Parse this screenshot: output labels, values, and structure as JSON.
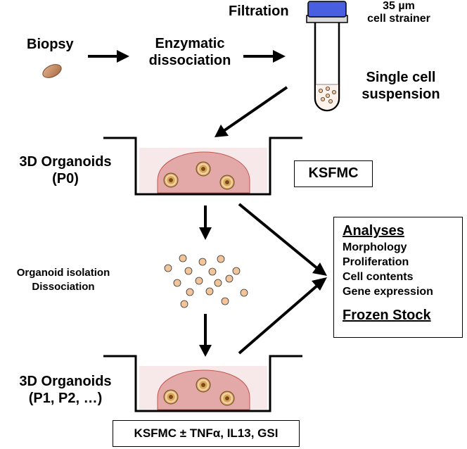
{
  "labels": {
    "biopsy": "Biopsy",
    "enzymatic_line1": "Enzymatic",
    "enzymatic_line2": "dissociation",
    "filtration": "Filtration",
    "strainer_line1": "35 µm",
    "strainer_line2": "cell strainer",
    "suspension_line1": "Single cell",
    "suspension_line2": "suspension",
    "organoids_p0_line1": "3D Organoids",
    "organoids_p0_line2": "(P0)",
    "ksfmc": "KSFMC",
    "isolation_line1": "Organoid isolation",
    "isolation_line2": "Dissociation",
    "organoids_p1_line1": "3D Organoids",
    "organoids_p1_line2": "(P1, P2, …)",
    "medium_p1": "KSFMC ± TNFα, IL13, GSI"
  },
  "analyses": {
    "title": "Analyses",
    "items": [
      "Morphology",
      "Proliferation",
      "Cell contents",
      "Gene expression"
    ],
    "frozen": "Frozen Stock"
  },
  "colors": {
    "tube_cap": "#4a5fe0",
    "tissue": "#c98a63",
    "well_fill": "#f7e9ea",
    "dome": "#e3a9a9",
    "dome_edge": "#c0574f",
    "cell": "#f2c49a"
  }
}
